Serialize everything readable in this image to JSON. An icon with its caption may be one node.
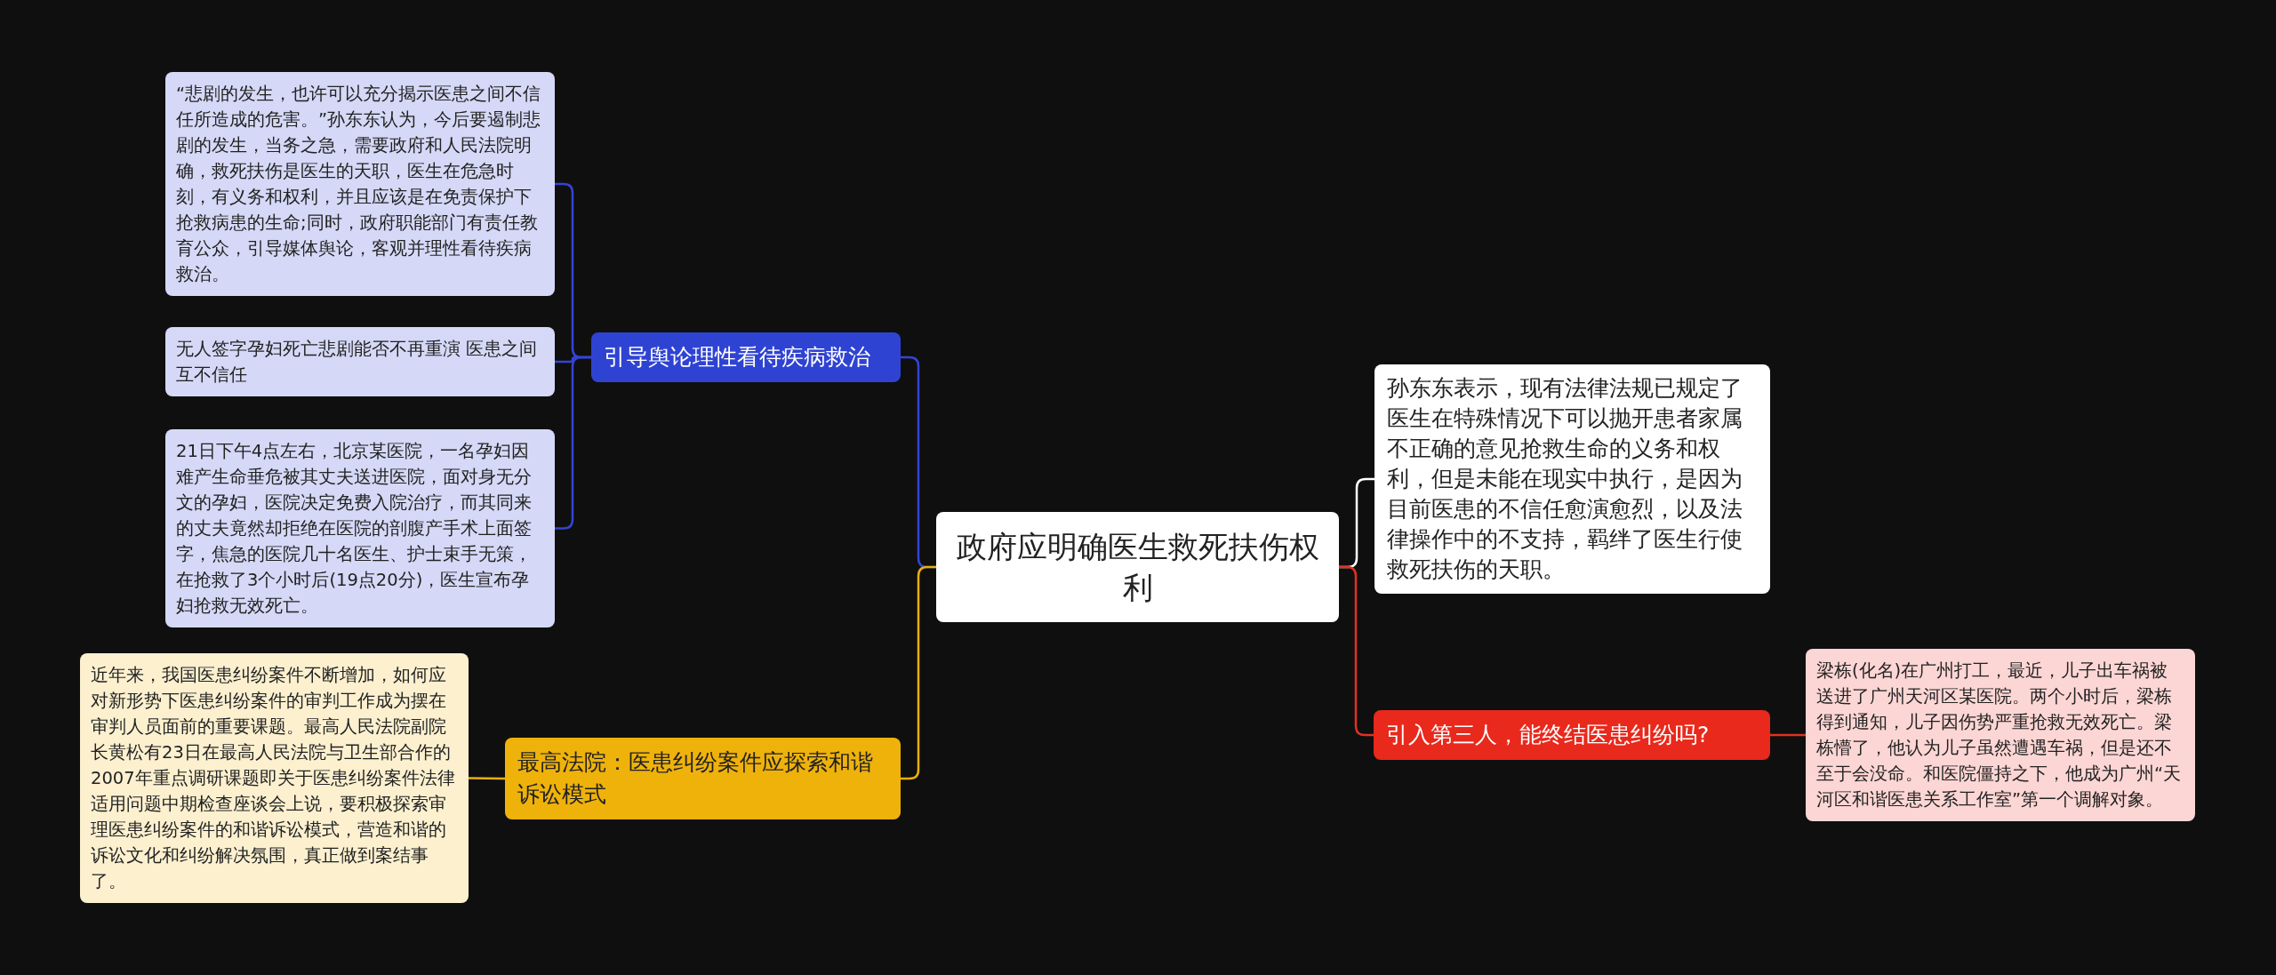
{
  "diagram": {
    "nodes": [
      {
        "text": [
          "政府应明确医生救死扶伤权利"
        ]
      },
      {
        "text": [
          "引导舆论理性看待疾病救治"
        ]
      },
      {
        "text": [
          "“悲剧的发生，也许可以充分揭示医患之间不信任所造成的危害。”孙东东认为，今后要遏制悲剧的发生，当务之急，需要政府和人民法院明确，救死扶伤是医生的天职，医生在危急时刻，有义务和权利，并且应该是在免责保护下抢救病患的生命;同时，政府职能部门有责任教育公众，引导媒体舆论，客观并理性看待疾病救治。"
        ]
      },
      {
        "text": [
          "无人签字孕妇死亡悲剧能否不再重演 医患之间互不信任"
        ]
      },
      {
        "text": [
          "21日下午4点左右，北京某医院，一名孕妇因难产生命垂危被其丈夫送进医院，面对身无分文的孕妇，医院决定免费入院治疗，而其同来的丈夫竟然却拒绝在医院的剖腹产手术上面签字，焦急的医院几十名医生、护士束手无策，在抢救了3个小时后(19点20分)，医生宣布孕妇抢救无效死亡。"
        ]
      },
      {
        "text": [
          "最高法院：医患纠纷案件应探索和谐诉讼模式"
        ]
      },
      {
        "text": [
          "近年来，我国医患纠纷案件不断增加，如何应对新形势下医患纠纷案件的审判工作成为摆在审判人员面前的重要课题。最高人民法院副院长黄松有23日在最高人民法院与卫生部合作的2007年重点调研课题即关于医患纠纷案件法律适用问题中期检查座谈会上说，要积极探索审理医患纠纷案件的和谐诉讼模式，营造和谐的诉讼文化和纠纷解决氛围，真正做到案结事了。"
        ]
      },
      {
        "text": [
          "孙东东表示，现有法律法规已规定了医生在特殊情况下可以抛开患者家属不正确的意见抢救生命的义务和权利，但是未能在现实中执行，是因为目前医患的不信任愈演愈烈，以及法律操作中的不支持，羁绊了医生行使救死扶伤的天职。"
        ]
      },
      {
        "text": [
          "引入第三人，能终结医患纠纷吗?"
        ]
      },
      {
        "text": [
          "梁栋(化名)在广州打工，最近，儿子出车祸被送进了广州天河区某医院。两个小时后，梁栋得到通知，儿子因伤势严重抢救无效死亡。梁栋懵了，他认为儿子虽然遭遇车祸，但是还不至于会没命。和医院僵持之下，他成为广州“天河区和谐医患关系工作室”第一个调解对象。"
        ]
      }
    ],
    "edges": [
      {
        "from": 0,
        "to": 1,
        "arrow": "none"
      },
      {
        "from": 1,
        "to": 2,
        "arrow": "none"
      },
      {
        "from": 1,
        "to": 3,
        "arrow": "none"
      },
      {
        "from": 1,
        "to": 4,
        "arrow": "none"
      },
      {
        "from": 0,
        "to": 5,
        "arrow": "none",
        "color": "#e8b10a"
      },
      {
        "from": 5,
        "to": 6,
        "arrow": "none",
        "color": "#e8b10a"
      },
      {
        "from": 0,
        "to": 7,
        "arrow": "none",
        "color": "#ffffff"
      },
      {
        "from": 0,
        "to": 8,
        "arrow": "none",
        "color": "#e2321f"
      },
      {
        "from": 8,
        "to": 9,
        "arrow": "none",
        "color": "#e2321f"
      }
    ]
  }
}
